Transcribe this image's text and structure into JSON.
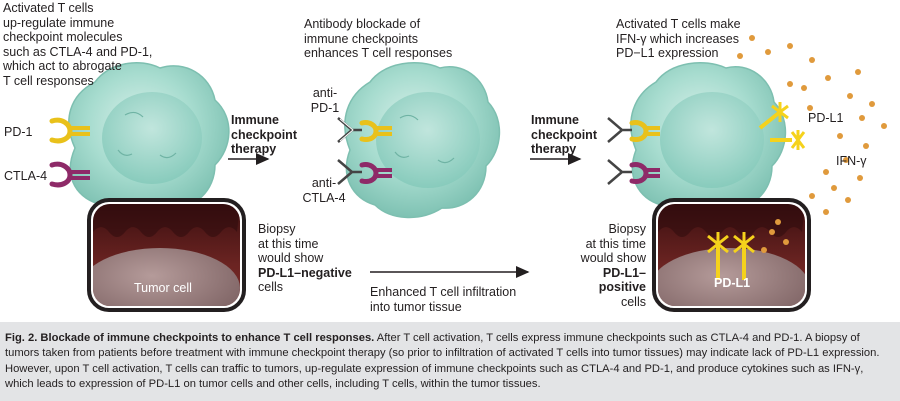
{
  "panel1": {
    "text": [
      "Activated T cells",
      "up-regulate immune",
      "checkpoint molecules",
      "such as CTLA-4 and PD-1,",
      "which act to abrogate",
      "T cell responses"
    ],
    "pd1": "PD-1",
    "ctla4": "CTLA-4",
    "tumor_cell": "Tumor cell",
    "biopsy": [
      "Biopsy",
      "at this time",
      "would show"
    ],
    "biopsy_bold": "PD-L1–negative",
    "biopsy_end": "cells"
  },
  "arrow1": [
    "Immune",
    "checkpoint",
    "therapy"
  ],
  "panel2": {
    "text": [
      "Antibody blockade of",
      "immune checkpoints",
      "enhances T cell responses"
    ],
    "anti_pd1": [
      "anti-",
      "PD-1"
    ],
    "anti_ctla4": [
      "anti-",
      "CTLA-4"
    ]
  },
  "arrow2": [
    "Immune",
    "checkpoint",
    "therapy"
  ],
  "bottom_arrow": [
    "Enhanced T cell infiltration",
    "into tumor tissue"
  ],
  "panel3": {
    "text": [
      "Activated T cells make",
      "IFN-γ which increases",
      "PD−L1 expression"
    ],
    "pdl1": "PD-L1",
    "ifn": "IFN-γ",
    "biopsy": [
      "Biopsy",
      "at this time",
      "would show"
    ],
    "biopsy_bold": "PD-L1–positive",
    "biopsy_end": "cells",
    "pdl1_tumor": "PD-L1"
  },
  "caption": {
    "title": "Fig. 2. Blockade of immune checkpoints to enhance T cell responses.",
    "body": " After T cell activation, T cells express immune checkpoints such as CTLA-4 and PD-1. A biopsy of tumors taken from patients before treatment with immune checkpoint therapy (so prior to infiltration of activated T cells into tumor tissues) may indicate lack of PD-L1 expression. However, upon T cell activation, T cells can traffic to tumors, up-regulate expression of immune checkpoints such as CTLA-4 and PD-1, and produce cytokines such as IFN-γ, which leads to expression of PD-L1 on tumor cells and other cells, including T cells, within the tumor tissues."
  },
  "colors": {
    "t_cell": "#8fcfc2",
    "pd1_receptor": "#e9c11a",
    "ctla4_receptor": "#8e2a68",
    "pdl1": "#f5d21c",
    "ifn_dots": "#e09a3c",
    "tissue": "#5a1d1b",
    "tumor": "#8d6f6f",
    "caption_bg": "#e3e4e6"
  }
}
